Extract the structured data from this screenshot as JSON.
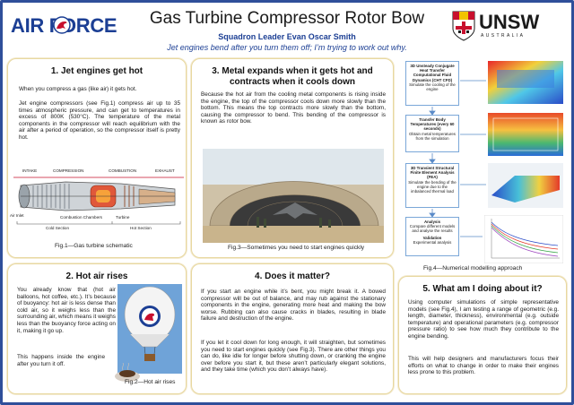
{
  "header": {
    "logo_left": "AIR FORCE",
    "title": "Gas Turbine Compressor Rotor Bow",
    "author": "Squadron Leader Evan Oscar Smith",
    "subtitle": "Jet engines bend after you turn them off; I’m trying to work out why.",
    "logo_right": "UNSW",
    "logo_right_sub": "AUSTRALIA"
  },
  "section1": {
    "heading": "1.   Jet engines get hot",
    "para1": "When you compress a gas (like air) it gets hot.",
    "para2": "Jet engine compressors (see Fig.1) compress air up to 35 times atmospheric pressure, and can get to temperatures in excess of 800K (530°C). The temperature of the metal components in the compressor will reach equilibrium with the air after a period of operation, so the compressor itself is pretty hot.",
    "fig_labels": {
      "intake": "INTAKE",
      "compression": "COMPRESSION",
      "combustion": "COMBUSTION",
      "exhaust": "EXHAUST",
      "air_inlet": "Air Inlet",
      "combustion_chambers": "Combustion Chambers",
      "turbine": "Turbine",
      "cold_section": "Cold Section",
      "hot_section": "Hot Section"
    },
    "caption": "Fig.1—Gas turbine schematic"
  },
  "section2": {
    "heading": "2.   Hot air rises",
    "para1": "You already know that (hot air balloons, hot coffee, etc.). It’s because of buoyancy: hot air is less dense than cold air, so it weighs less than the surrounding air, which means it weighs less than the buoyancy force acting on it, making it go up.",
    "para2": "This happens inside the engine after you turn it off.",
    "caption": "Fig.2—Hot air rises"
  },
  "section3": {
    "heading": "3.   Metal expands when it gets hot and contracts when it cools down",
    "para1": "Because the hot air from the cooling metal components is rising inside the engine, the top of the compressor cools down more slowly than the bottom. This means the top contracts more slowly than the bottom, causing the compressor to bend. This bending of the compressor is known as rotor bow.",
    "caption": "Fig.3—Sometimes you need to start engines quickly"
  },
  "section4": {
    "heading": "4.   Does it matter?",
    "para1": "If you start an engine while it’s bent, you might break it. A bowed compressor will be out of balance, and may rub against the stationary components in the engine, generating more heat and making the bow worse. Rubbing can also cause cracks in blades, resulting in blade failure and destruction of the engine.",
    "para2": "If you let it cool down for long enough, it will straighten, but sometimes you need to start engines quickly (see Fig.3). There are other things you can do, like idle for longer before shutting down, or cranking the engine over before you start it, but these aren’t particularly elegant solutions, and they take time (which you don’t always have)."
  },
  "section5": {
    "heading": "5.   What am I doing about it?",
    "para1": "Using computer simulations of simple representative models (see Fig.4), I am testing a range of geometric (e.g. length, diameter, thickness), environmental (e.g. outside temperature) and operational parameters (e.g. compressor pressure ratio) to see how much they contribute to the engine bending.",
    "para2": "This will help designers and manufacturers focus their efforts on what to change in order to make their engines less prone to this problem."
  },
  "fig4": {
    "box1_title": "3D Unsteady Conjugate Heat Transfer Computational Fluid Dynamics (CHT CFD)",
    "box1_desc": "Simulate the cooling of the engine",
    "box2_title": "Transfer Body Temperatures (every 60 seconds)",
    "box2_desc": "Obtain metal temperatures from the simulation",
    "box3_title": "3D Transient Structural Finite Element Analysis (FEA)",
    "box3_desc": "Simulate the bending of the engine due to the imbalanced thermal load",
    "box4_title": "Analysis",
    "box4_desc": "Compare different models and analyse the results",
    "box4_title2": "Validation",
    "box4_desc2": "Experimental analysis",
    "caption": "Fig.4—Numerical modelling approach"
  },
  "colors": {
    "border_blue": "#2f4f9a",
    "panel_border": "#e8d8a0",
    "airforce_blue": "#1c3f94",
    "accent_red": "#c8102e"
  }
}
